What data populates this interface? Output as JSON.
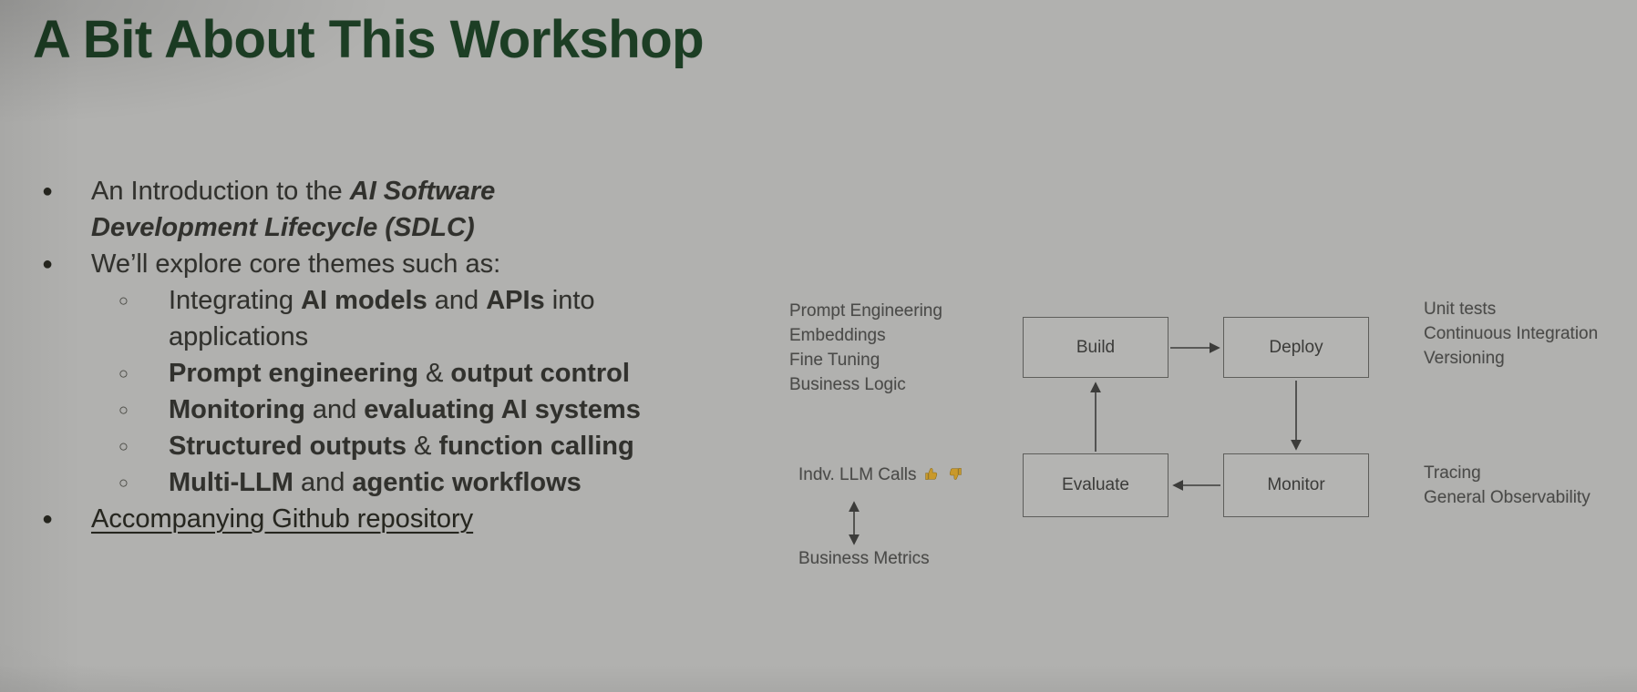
{
  "slide": {
    "title": "A Bit About This Workshop",
    "bullets": {
      "glyph_l1": "●",
      "glyph_l2": "○",
      "item1": {
        "r1": "An Introduction to the ",
        "em": "AI Software Development Lifecycle (SDLC)"
      },
      "item2": "We’ll explore core themes such as:",
      "sub_items": [
        {
          "r1": "Integrating ",
          "b1": "AI models",
          "r2": " and ",
          "b2": "APIs",
          "r3": " into applications"
        },
        {
          "r1": "",
          "b1": "Prompt engineering",
          "r2": " & ",
          "b2": "output control",
          "r3": ""
        },
        {
          "r1": "",
          "b1": "Monitoring",
          "r2": " and ",
          "b2": "evaluating AI systems",
          "r3": ""
        },
        {
          "r1": "",
          "b1": "Structured outputs",
          "r2": " & ",
          "b2": "function calling",
          "r3": ""
        },
        {
          "r1": "",
          "b1": "Multi-LLM",
          "r2": " and ",
          "b2": "agentic workflows",
          "r3": ""
        }
      ],
      "link_item": "Accompanying Github repository"
    },
    "diagram": {
      "boxes": [
        {
          "label": "Build"
        },
        {
          "label": "Deploy"
        },
        {
          "label": "Evaluate"
        },
        {
          "label": "Monitor"
        }
      ],
      "build_annotations": [
        "Prompt Engineering",
        "Embeddings",
        "Fine Tuning",
        "Business Logic"
      ],
      "deploy_annotations": [
        "Unit tests",
        "Continuous Integration",
        "Versioning"
      ],
      "monitor_annotations": [
        "Tracing",
        "General Observability"
      ],
      "evaluate_annotations": {
        "llm_calls": "Indv. LLM Calls",
        "thumbs_up": "👍",
        "thumbs_down": "👎",
        "business_metrics": "Business Metrics"
      }
    },
    "colors": {
      "title_green": "#1c3e24",
      "background_gray": "#b1b1af",
      "body_text": "#31312d",
      "diagram_line": "#3c3c3a",
      "emoji_gold": "#c9992b"
    }
  }
}
